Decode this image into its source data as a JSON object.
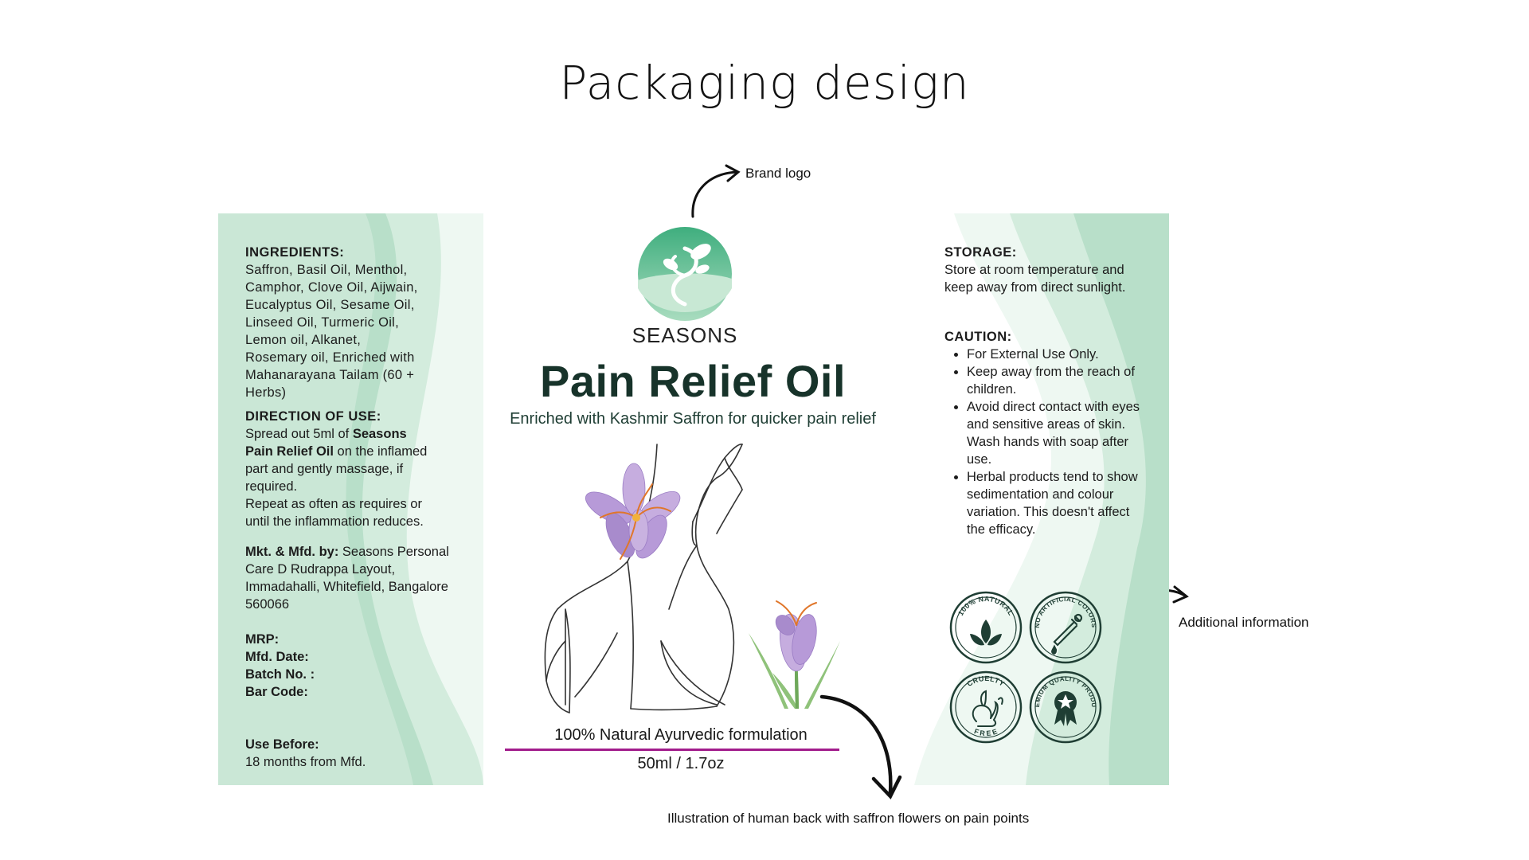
{
  "page_title": "Packaging design",
  "annotations": {
    "brand_logo": "Brand logo",
    "additional_information": "Additional information",
    "illustration": "Illustration of human back with saffron flowers on pain points"
  },
  "left_panel": {
    "ingredients_heading": "INGREDIENTS:",
    "ingredients_lines": [
      "Saffron, Basil Oil, Menthol,",
      "Camphor, Clove Oil, Aijwain,",
      "Eucalyptus Oil, Sesame Oil,",
      "Linseed Oil, Turmeric Oil,",
      "Lemon oil, Alkanet,",
      "Rosemary oil, Enriched with",
      "Mahanarayana Tailam (60 +",
      "Herbs)"
    ],
    "direction_heading": "DIRECTION OF USE:",
    "direction_prefix": "Spread out 5ml of ",
    "direction_bold_1": "Seasons",
    "direction_bold_2": "Pain Relief Oil",
    "direction_suffix": " on the inflamed",
    "direction_lines": [
      "part and gently massage, if",
      "required.",
      "Repeat as often as requires or",
      "until the inflammation reduces."
    ],
    "mfd_label": "Mkt. & Mfd. by:",
    "mfd_line1": " Seasons Personal",
    "mfd_lines": [
      "Care D Rudrappa Layout,",
      "Immadahalli, Whitefield, Bangalore",
      "560066"
    ],
    "mrp_label": "MRP:",
    "mfd_date_label": "Mfd. Date:",
    "batch_label": "Batch No. :",
    "barcode_label": "Bar Code:",
    "use_before_label": "Use Before:",
    "use_before_value": "18 months from Mfd."
  },
  "front_panel": {
    "brand_name": "SEASONS",
    "product_title": "Pain Relief Oil",
    "subtitle": "Enriched with Kashmir Saffron for quicker pain relief",
    "formulation": "100% Natural Ayurvedic formulation",
    "volume": "50ml / 1.7oz"
  },
  "right_panel": {
    "storage_heading": "STORAGE:",
    "storage_lines": [
      "Store at room temperature and",
      "keep away from direct sunlight."
    ],
    "caution_heading": "CAUTION:",
    "caution_items": [
      [
        "For External Use Only."
      ],
      [
        "Keep away from the reach of",
        "children."
      ],
      [
        "Avoid direct contact with eyes",
        "and sensitive areas of skin.",
        "Wash hands with soap after",
        "use."
      ],
      [
        "Herbal products tend to show",
        "sedimentation and colour",
        "variation. This doesn't affect",
        "the efficacy."
      ]
    ],
    "badges": {
      "natural": "100% NATURAL",
      "no_colors": "NO ARTIFICIAL COLORS",
      "cruelty_top": "CRUELTY",
      "cruelty_bottom": "FREE",
      "premium": "PREMIUM QUALITY PRODUCT"
    }
  },
  "colors": {
    "panel_green": "#b8dfc9",
    "panel_green_light": "#e3f3ea",
    "badge_green": "#1f3e34",
    "title_green": "#17332a",
    "divider_magenta": "#a21c8c",
    "saffron_purple": "#b79ad8"
  },
  "icons": [
    "seasons-logo-icon",
    "arrow-icon",
    "leaf-icon",
    "dropper-icon",
    "rabbit-icon",
    "award-icon",
    "saffron-flower-icon",
    "human-back-illustration"
  ]
}
